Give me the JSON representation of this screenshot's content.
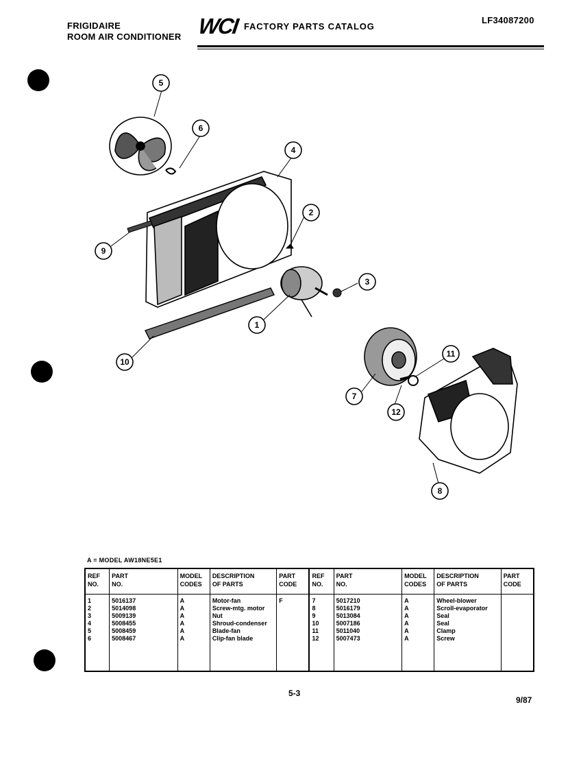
{
  "header": {
    "brand_line1": "FRIGIDAIRE",
    "brand_line2": "ROOM AIR CONDITIONER",
    "logo": "WCI",
    "catalog_title": "FACTORY PARTS CATALOG",
    "catalog_number": "LF34087200"
  },
  "callouts": [
    "1",
    "2",
    "3",
    "4",
    "5",
    "6",
    "7",
    "8",
    "9",
    "10",
    "11",
    "12"
  ],
  "model_note": "A = MODEL AW18NE5E1",
  "table": {
    "headers": {
      "ref_no": [
        "REF",
        "NO."
      ],
      "part_no": [
        "PART",
        "NO."
      ],
      "model_codes": [
        "MODEL",
        "CODES"
      ],
      "description": [
        "DESCRIPTION",
        "OF PARTS"
      ],
      "part_code": [
        "PART",
        "CODE"
      ]
    },
    "left": {
      "ref": [
        "1",
        "2",
        "3",
        "4",
        "5",
        "6"
      ],
      "part": [
        "5016137",
        "5014098",
        "5009139",
        "5008455",
        "5008459",
        "5008467"
      ],
      "model": [
        "A",
        "A",
        "A",
        "A",
        "A",
        "A"
      ],
      "desc": [
        "Motor-fan",
        "Screw-mtg. motor",
        "Nut",
        "Shroud-condenser",
        "Blade-fan",
        "Clip-fan blade"
      ],
      "code": [
        "F",
        "",
        "",
        "",
        "",
        ""
      ]
    },
    "right": {
      "ref": [
        "7",
        "8",
        "9",
        "10",
        "11",
        "12"
      ],
      "part": [
        "5017210",
        "5016179",
        "5013084",
        "5007186",
        "5011040",
        "5007473"
      ],
      "model": [
        "A",
        "A",
        "A",
        "A",
        "A",
        "A"
      ],
      "desc": [
        "Wheel-blower",
        "Scroll-evaporator",
        "Seal",
        "Seal",
        "Clamp",
        "Screw"
      ],
      "code": [
        "",
        "",
        "",
        "",
        "",
        ""
      ]
    }
  },
  "footer": {
    "page": "5-3",
    "date": "9/87"
  }
}
